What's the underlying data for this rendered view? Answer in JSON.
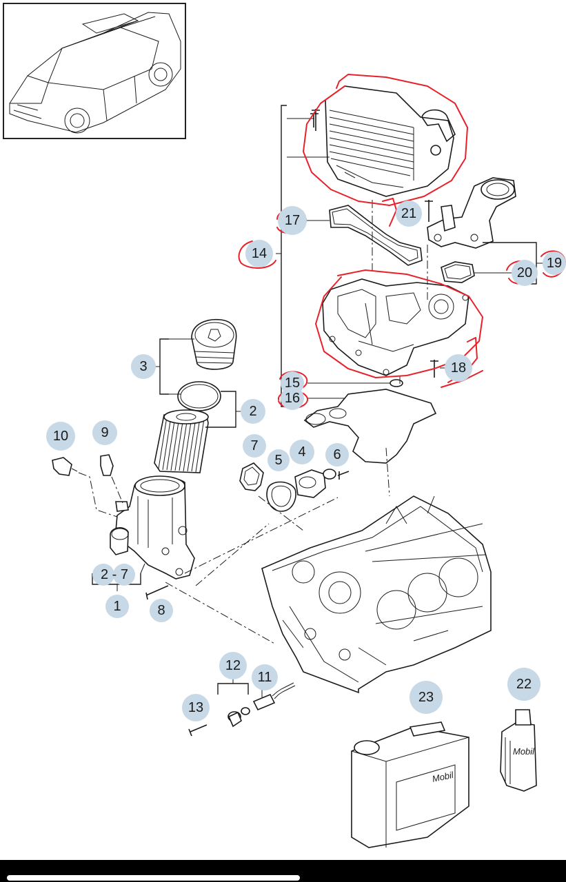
{
  "callouts": {
    "c1": "1",
    "c2": "2",
    "c3": "3",
    "c4": "4",
    "c5": "5",
    "c6": "6",
    "c7": "7",
    "c8": "8",
    "c9": "9",
    "c10": "10",
    "c11": "11",
    "c12": "12",
    "c13": "13",
    "c14": "14",
    "c15": "15",
    "c16": "16",
    "c17": "17",
    "c18": "18",
    "c19": "19",
    "c20": "20",
    "c21": "21",
    "c22": "22",
    "c23": "23",
    "range_2_7": "2 - 7"
  },
  "labels": {
    "mobil_canister": "Mobil",
    "mobil_bottle": "Mobil"
  },
  "colors": {
    "callout_fill": "#c7d8e6",
    "annotation_red": "#e8202a",
    "line": "#1a1a1a"
  },
  "icons": {
    "vehicle_thumbnail": "suv-vehicle-icon"
  }
}
